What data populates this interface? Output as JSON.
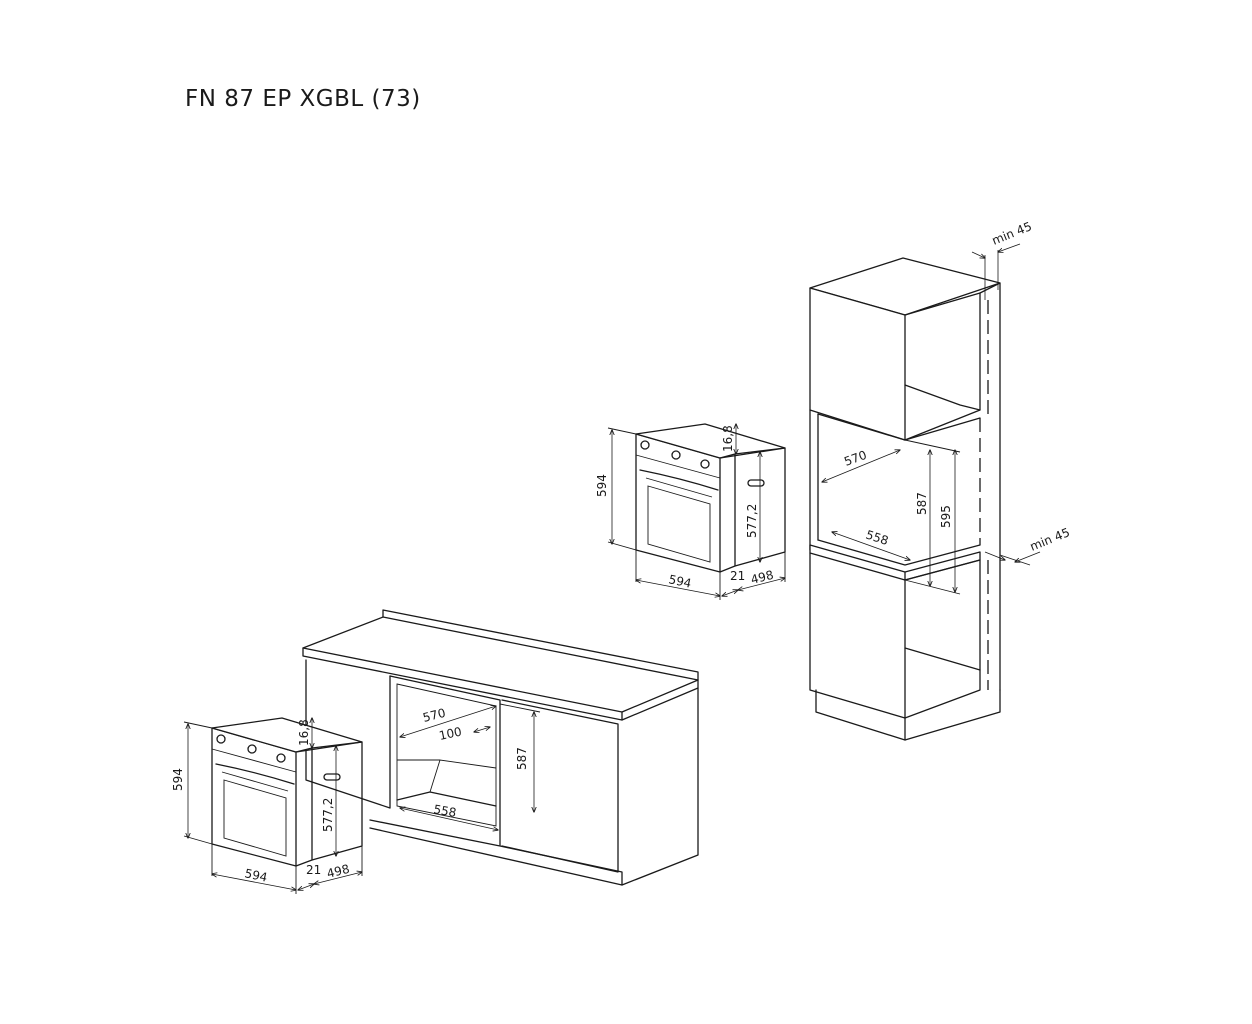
{
  "title": "FN 87 EP XGBL (73)",
  "oven_a": {
    "height": "594",
    "top_gap": "16,8",
    "body_height": "577,2",
    "width": "594",
    "front": "21",
    "depth": "498"
  },
  "column_cabinet": {
    "clearance_top": "min 45",
    "clearance_bottom": "min 45",
    "niche_width": "570",
    "niche_height": "587",
    "niche_height_outer": "595",
    "niche_depth": "558"
  },
  "under_counter": {
    "niche_width": "570",
    "vent_gap": "100",
    "niche_height": "587",
    "niche_depth": "558"
  },
  "oven_b": {
    "height": "594",
    "top_gap": "16,8",
    "body_height": "577,2",
    "width": "594",
    "front": "21",
    "depth": "498"
  }
}
